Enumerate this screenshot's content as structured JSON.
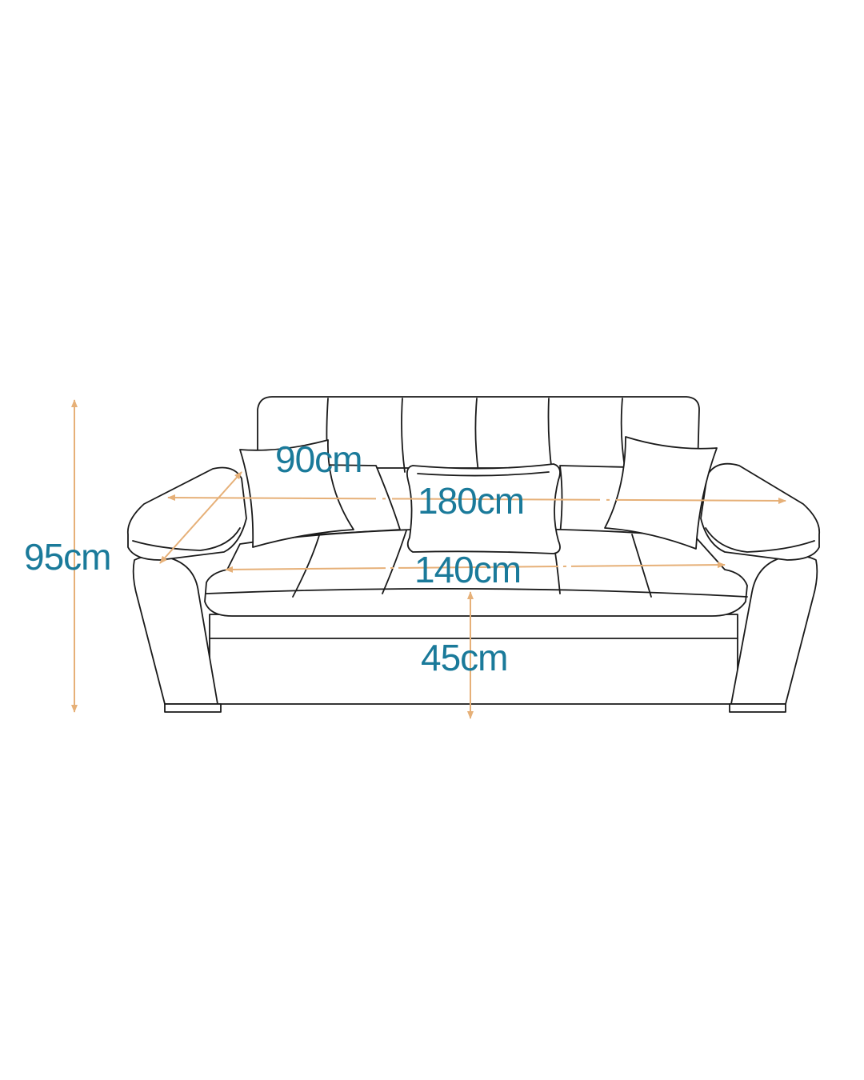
{
  "dimensions": {
    "height": "95cm",
    "depth": "90cm",
    "width_total": "180cm",
    "width_seat": "140cm",
    "seat_height": "45cm"
  },
  "colors": {
    "outline": "#1a1a1a",
    "arrow": "#e6b078",
    "label": "#1a7a9a",
    "background": "#ffffff"
  }
}
